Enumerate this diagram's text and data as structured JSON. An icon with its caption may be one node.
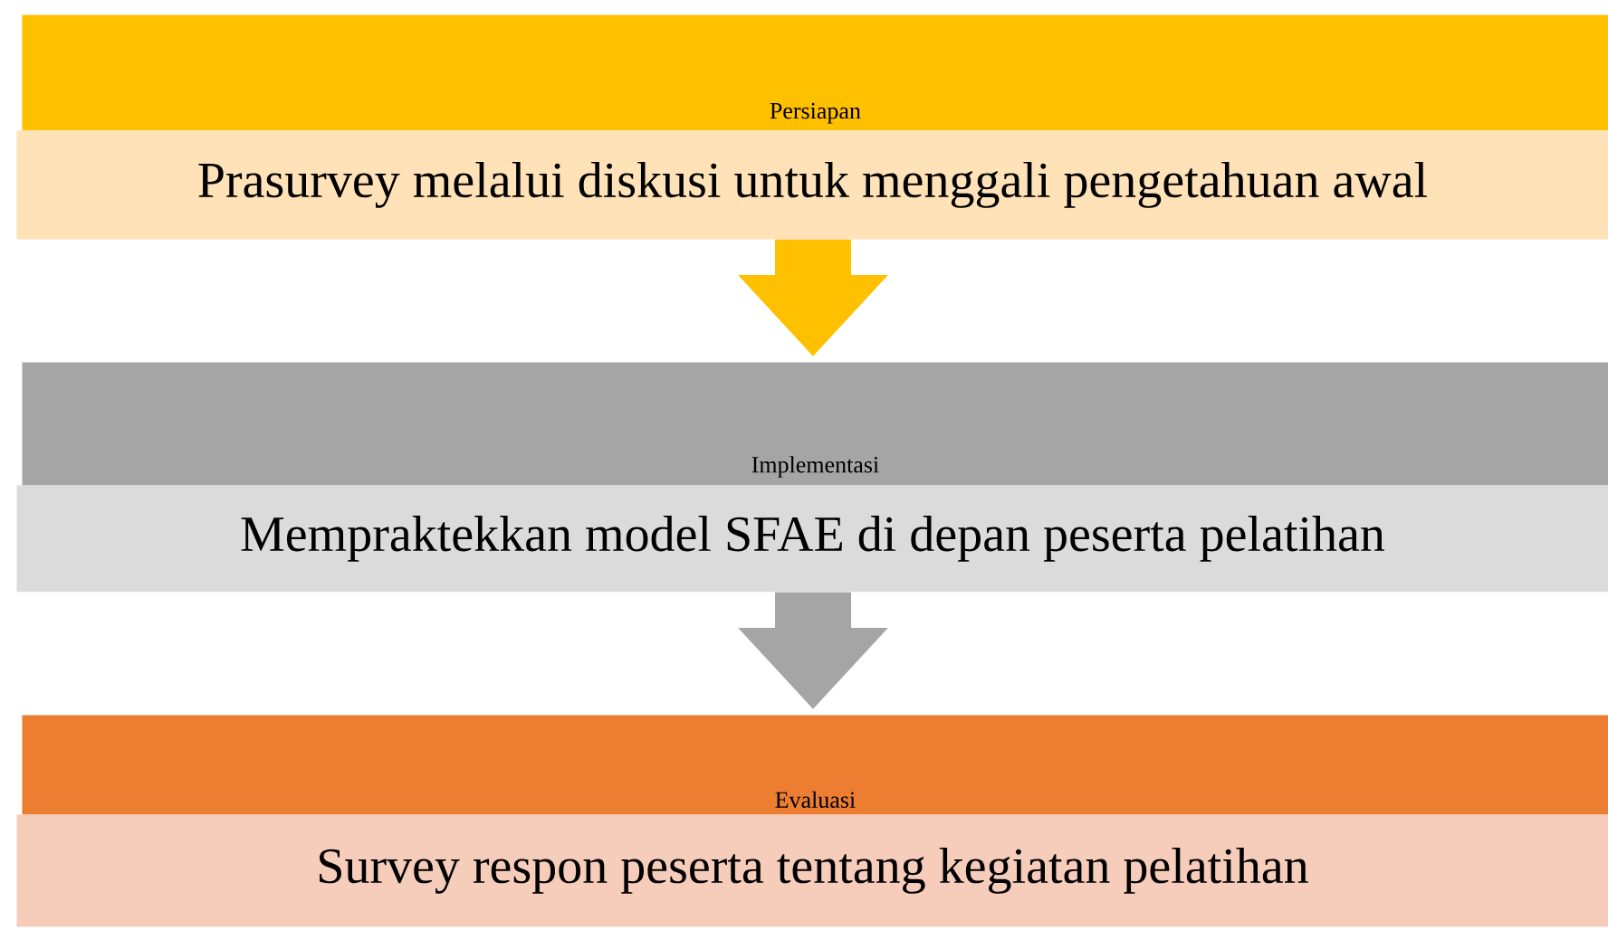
{
  "diagram": {
    "nodes": [
      {
        "text": [
          "Persiapan"
        ]
      },
      {
        "text": [
          "Prasurvey melalui diskusi untuk menggali pengetahuan awal"
        ]
      },
      {
        "text": [
          "Implementasi"
        ]
      },
      {
        "text": [
          "Mempraktekkan model SFAE di depan peserta pelatihan"
        ]
      },
      {
        "text": [
          "Evaluasi"
        ]
      },
      {
        "text": [
          "Survey respon peserta tentang kegiatan pelatihan"
        ]
      }
    ],
    "edges": [
      {
        "from": 1,
        "to": 2,
        "arrow": "to",
        "color": "#ffc000"
      },
      {
        "from": 3,
        "to": 4,
        "arrow": "to",
        "color": "#a5a5a5"
      }
    ]
  }
}
